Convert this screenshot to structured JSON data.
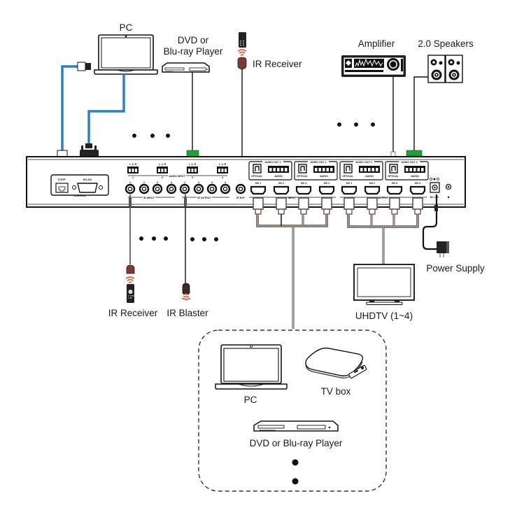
{
  "title": "4x4 HDMI Matrix Switcher connection diagram",
  "labels": {
    "pc_top": "PC",
    "dvd_top_line1": "DVD or",
    "dvd_top_line2": "Blu-ray Player",
    "ir_receiver_top": "IR Receiver",
    "amplifier": "Amplifier",
    "speakers": "2.0 Speakers",
    "ir_receiver_bottom": "IR Receiver",
    "ir_blaster": "IR Blaster",
    "power_supply": "Power Supply",
    "uhdtv": "UHDTV (1~4)",
    "source_pc": "PC",
    "source_tvbox": "TV box",
    "source_dvd": "DVD or Blu-ray Player"
  },
  "panel": {
    "control": {
      "tcpip": "TCP/IP",
      "rs232": "RS-232",
      "label": "CONTROL"
    },
    "audio_input": {
      "label": "AUDIO INPUT",
      "pin_label": "L ⏚ R",
      "ports": [
        "1",
        "2",
        "3",
        "4"
      ]
    },
    "ir_input": {
      "label": "IR INPUT",
      "ports": [
        "1",
        "2",
        "3",
        "4"
      ]
    },
    "ir_output": {
      "label": "IR OUTPUT",
      "ports": [
        "1",
        "2",
        "3",
        "4"
      ]
    },
    "ir_ext": "IR EXT",
    "audio_out": {
      "blocks": [
        "AUDIO OUT 1",
        "AUDIO OUT 2",
        "AUDIO OUT 3",
        "AUDIO OUT 4"
      ],
      "optical": "OPTICAL",
      "audio": "AUDIO",
      "pins": "L+ L- ⏚ R+ R-"
    },
    "hdmi_input": {
      "label": "INPUT",
      "ports": [
        "HD 1",
        "HD 2",
        "HD 3",
        "HD 4"
      ]
    },
    "hdmi_output": {
      "label": "OUTPUT",
      "ports": [
        "HD 1",
        "HD 2",
        "HD 3",
        "HD 4"
      ]
    },
    "power": "DC 12V"
  },
  "colors": {
    "network_cable": "#2f7fc1",
    "terminal_green": "#1fa23a",
    "ir_signal": "#f05a4a",
    "ir_head": "#7a3a36",
    "hdmi_cable": "#5a4a44"
  },
  "icons": [
    "laptop-icon",
    "dvd-player-icon",
    "remote-control-icon",
    "amplifier-icon",
    "speaker-icon",
    "tv-icon",
    "power-adapter-icon",
    "tv-box-icon",
    "ir-blaster-icon",
    "ir-receiver-icon",
    "rj45-connector-icon",
    "db9-connector-icon",
    "hdmi-connector-icon"
  ]
}
